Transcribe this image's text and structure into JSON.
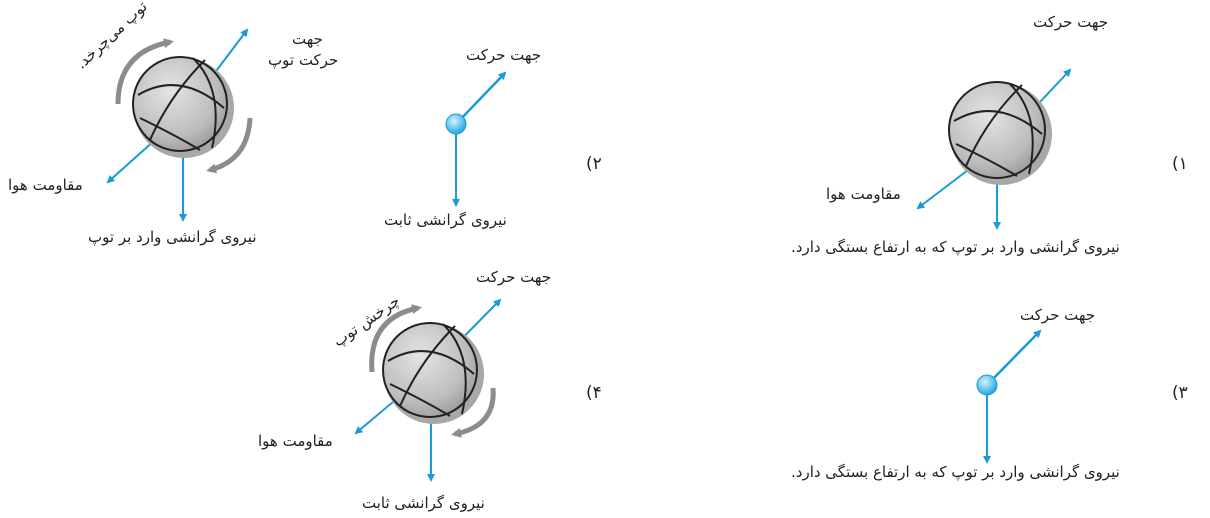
{
  "options": [
    {
      "number": "۱)",
      "direction_label": "جهت حرکت",
      "air_resistance_label": "مقاومت هوا",
      "gravity_label": "نیروی گرانشی وارد بر توپ که به ارتفاع بستگی دارد."
    },
    {
      "number": "۲)",
      "direction_label": "جهت حرکت",
      "gravity_label": "نیروی گرانشی ثابت"
    },
    {
      "number": "۳)",
      "direction_label": "جهت حرکت",
      "gravity_label": "نیروی گرانشی وارد بر توپ که به ارتفاع بستگی دارد."
    },
    {
      "number": "۴)",
      "direction_label": "جهت حرکت",
      "air_resistance_label": "مقاومت هوا",
      "gravity_label": "نیروی گرانشی ثابت",
      "spin_label": "چرخش توپ"
    }
  ],
  "unnumbered": {
    "direction_label_line1": "جهت",
    "direction_label_line2": "حرکت توپ",
    "air_resistance_label": "مقاومت هوا",
    "gravity_label": "نیروی گرانشی وارد بر توپ",
    "spin_label": "توپ می‌چرخد."
  },
  "colors": {
    "arrow": "#1a9ad6",
    "ball": "#c9c9c9",
    "ball_seam": "#222222",
    "spin_arrow": "#8c8c8c",
    "point": "#35b8ec"
  }
}
